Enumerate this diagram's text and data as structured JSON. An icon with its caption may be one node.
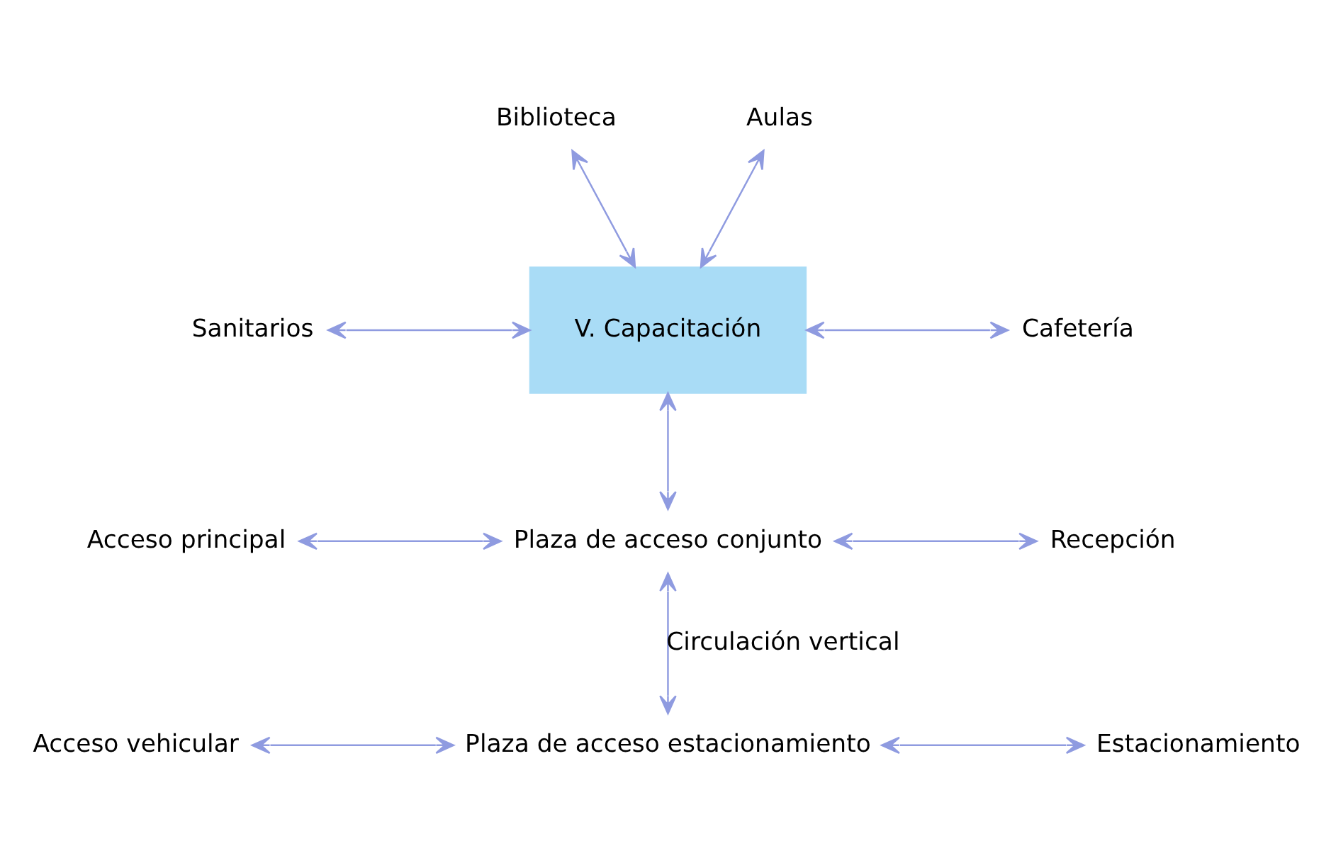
{
  "diagram": {
    "nodes": [
      {
        "text": [
          "Biblioteca"
        ]
      },
      {
        "text": [
          "Aulas"
        ]
      },
      {
        "text": [
          "Sanitarios"
        ]
      },
      {
        "text": [
          "V. Capacitación"
        ]
      },
      {
        "text": [
          "Cafetería"
        ]
      },
      {
        "text": [
          "Acceso principal"
        ]
      },
      {
        "text": [
          "Plaza de acceso conjunto"
        ]
      },
      {
        "text": [
          "Recepción"
        ]
      },
      {
        "text": [
          "Acceso vehicular"
        ]
      },
      {
        "text": [
          "Plaza de acceso estacionamiento"
        ]
      },
      {
        "text": [
          "Estacionamiento"
        ]
      }
    ],
    "edges": [
      {
        "from": 0,
        "to": 3,
        "arrow": "both"
      },
      {
        "from": 1,
        "to": 3,
        "arrow": "both"
      },
      {
        "from": 2,
        "to": 3,
        "arrow": "both"
      },
      {
        "from": 3,
        "to": 4,
        "arrow": "both"
      },
      {
        "from": 3,
        "to": 6,
        "arrow": "both"
      },
      {
        "from": 5,
        "to": 6,
        "arrow": "both"
      },
      {
        "from": 6,
        "to": 7,
        "arrow": "both"
      },
      {
        "from": 6,
        "to": 9,
        "arrow": "both",
        "label": "Circulación vertical"
      },
      {
        "from": 8,
        "to": 9,
        "arrow": "both"
      },
      {
        "from": 9,
        "to": 10,
        "arrow": "both"
      }
    ]
  }
}
